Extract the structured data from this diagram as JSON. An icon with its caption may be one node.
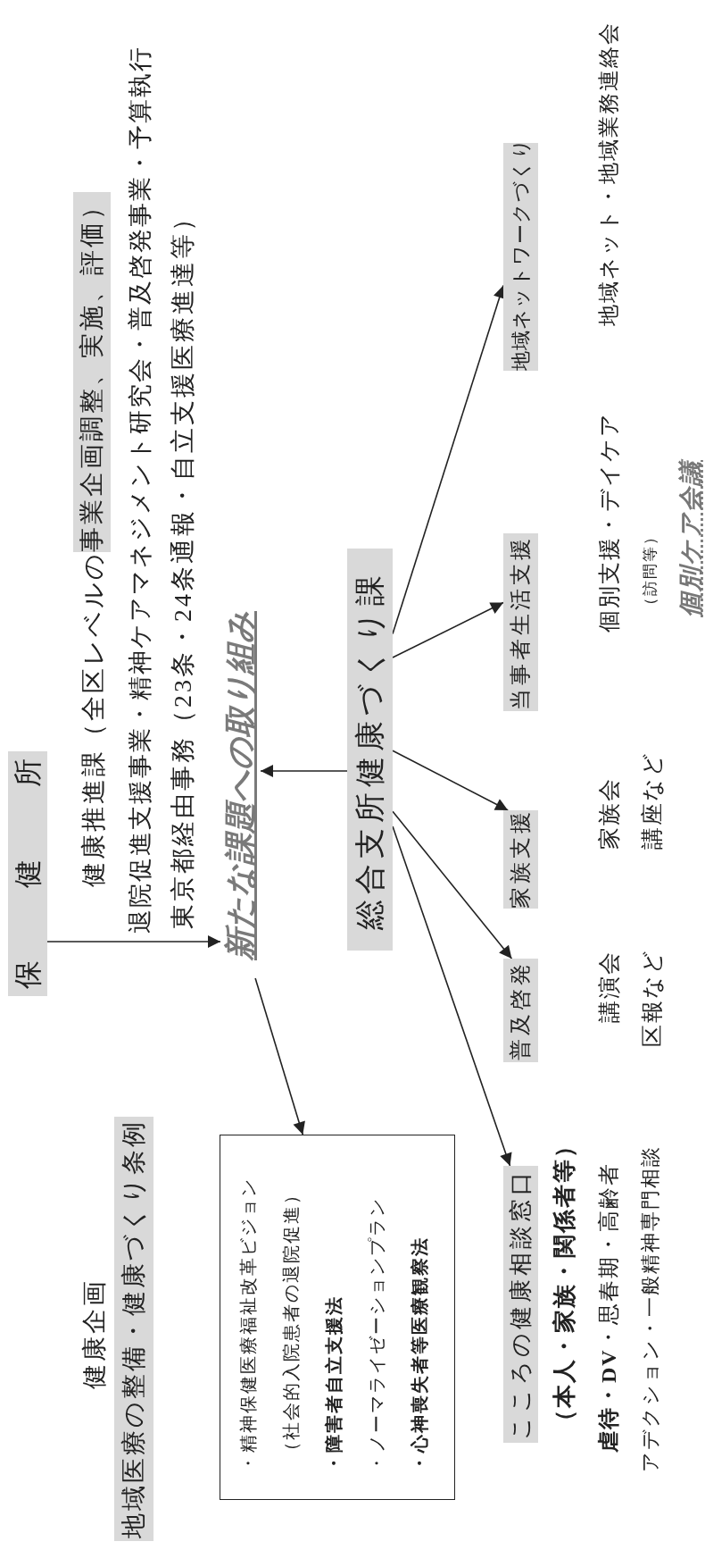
{
  "diagram": {
    "nodes": [
      {
        "text": [
          "保健所"
        ]
      },
      {
        "text": [
          "新たな課題への取り組み"
        ]
      },
      {
        "text": [
          "総合支所健康づくり課"
        ]
      },
      {
        "text": [
          "地域ネットワークづくり"
        ],
        "beside": [
          "地域ネット・地域業務連絡会"
        ]
      },
      {
        "text": [
          "当事者生活支援"
        ],
        "beside": [
          "個別支援・デイケア",
          "（訪問等）",
          "個別ケア会議"
        ]
      },
      {
        "text": [
          "家族支援"
        ],
        "beside": [
          "家族会",
          "講座など"
        ]
      },
      {
        "text": [
          "普及啓発"
        ],
        "beside": [
          "講演会",
          "区報など"
        ]
      },
      {
        "text": [
          "こころの健康相談窓口"
        ],
        "beside": [
          "（本人・家族・関係者等）",
          "**虐待・DV**・思春期・高齢者",
          "アデクション・一般精神専門相談"
        ]
      },
      {
        "text": [
          "・精神保健医療福祉改革ビジョン",
          "（社会的入院患者の退院促進）",
          "・障害者自立支援法",
          "・ノーマライゼーションプラン",
          "・心神喪失者等医療観察法"
        ]
      },
      {
        "text": [
          "健康企画",
          "地域医療の整備・健康づくり条例"
        ]
      }
    ],
    "edges": [
      {
        "from": 0,
        "to": 1,
        "arrow": "to"
      },
      {
        "from": 2,
        "to": 1,
        "arrow": "to"
      },
      {
        "from": 1,
        "to": 8,
        "arrow": "to"
      },
      {
        "from": 2,
        "to": 3,
        "arrow": "to"
      },
      {
        "from": 2,
        "to": 4,
        "arrow": "to"
      },
      {
        "from": 2,
        "to": 5,
        "arrow": "to"
      },
      {
        "from": 2,
        "to": 6,
        "arrow": "to"
      },
      {
        "from": 2,
        "to": 7,
        "arrow": "to"
      }
    ],
    "labels": [
      "健康推進課（全区レベルの",
      "事業企画調整、実施、評価）",
      "退院促進支援事業・精神ケアマネジメント研究会・普及啓発事業・予算執行",
      "東京都経由事務（23条・24条通報・自立支援医療進達等）"
    ]
  }
}
